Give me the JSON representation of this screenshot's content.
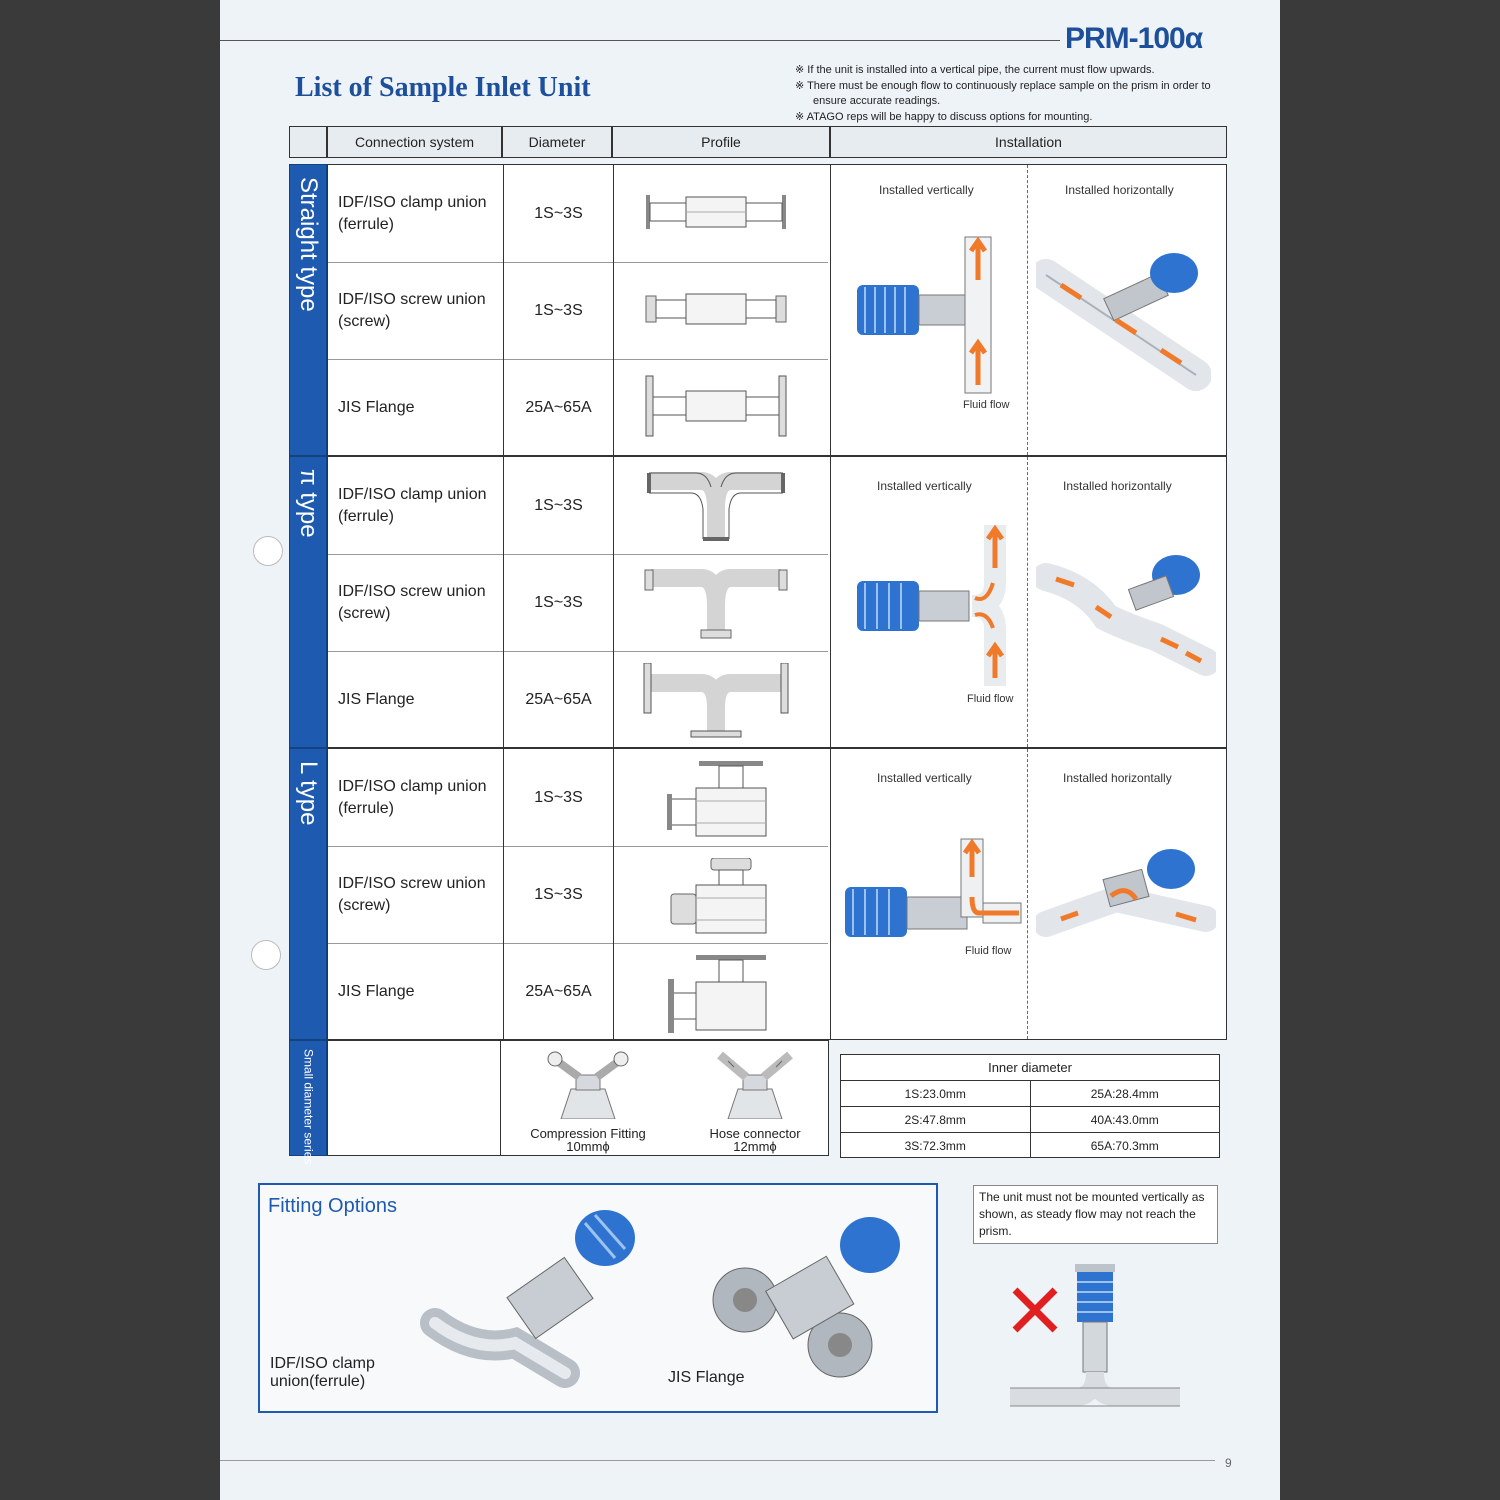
{
  "header": {
    "brand": "PRM-100α",
    "title": "List of Sample Inlet Unit",
    "notes": [
      "※ If the unit is installed into a vertical pipe, the current must flow upwards.",
      "※ There must be enough flow to continuously replace sample on the prism in order to ensure accurate readings.",
      "※ ATAGO reps will be happy to discuss options for mounting."
    ]
  },
  "table": {
    "headers": {
      "connection": "Connection system",
      "diameter": "Diameter",
      "profile": "Profile",
      "installation": "Installation"
    },
    "sections": [
      {
        "name": "Straight type",
        "vertical": "Installed vertically",
        "horizontal": "Installed horizontally",
        "fluid": "Fluid flow",
        "rows": [
          {
            "connection": "IDF/ISO clamp union (ferrule)",
            "diameter": "1S~3S"
          },
          {
            "connection": "IDF/ISO screw union (screw)",
            "diameter": "1S~3S"
          },
          {
            "connection": "JIS Flange",
            "diameter": "25A~65A"
          }
        ]
      },
      {
        "name": "π type",
        "vertical": "Installed vertically",
        "horizontal": "Installed horizontally",
        "fluid": "Fluid flow",
        "rows": [
          {
            "connection": "IDF/ISO clamp union (ferrule)",
            "diameter": "1S~3S"
          },
          {
            "connection": "IDF/ISO screw union (screw)",
            "diameter": "1S~3S"
          },
          {
            "connection": "JIS Flange",
            "diameter": "25A~65A"
          }
        ]
      },
      {
        "name": "L type",
        "vertical": "Installed vertically",
        "horizontal": "Installed horizontally",
        "fluid": "Fluid flow",
        "rows": [
          {
            "connection": "IDF/ISO clamp union (ferrule)",
            "diameter": "1S~3S"
          },
          {
            "connection": "IDF/ISO screw union (screw)",
            "diameter": "1S~3S"
          },
          {
            "connection": "JIS Flange",
            "diameter": "25A~65A"
          }
        ]
      }
    ],
    "small": {
      "name": "Small diameter series",
      "fittings": [
        {
          "label": "Compression Fitting",
          "size": "10mmϕ"
        },
        {
          "label": "Hose connector",
          "size": "12mmϕ"
        }
      ]
    }
  },
  "inner_diameter": {
    "title": "Inner diameter",
    "rows": [
      [
        "1S:23.0mm",
        "25A:28.4mm"
      ],
      [
        "2S:47.8mm",
        "40A:43.0mm"
      ],
      [
        "3S:72.3mm",
        "65A:70.3mm"
      ]
    ]
  },
  "fitting_options": {
    "title": "Fitting Options",
    "items": [
      "IDF/ISO clamp union(ferrule)",
      "JIS Flange"
    ]
  },
  "warning": "The unit must not be mounted vertically as shown, as steady flow may not reach the prism.",
  "page_number": "9",
  "colors": {
    "brand": "#1d4f9a",
    "band": "#1e5bb0",
    "arrow": "#f07a2a",
    "error": "#e02020"
  }
}
